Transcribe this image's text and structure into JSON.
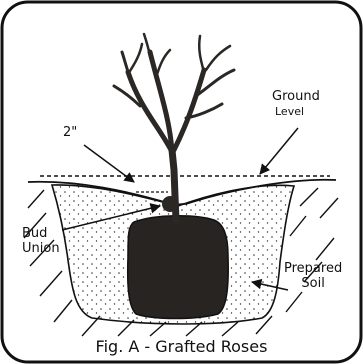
{
  "figure": {
    "labels": {
      "ground_level": [
        "Ground",
        "Level"
      ],
      "depth": "2\"",
      "bud_union": [
        "Bud",
        "Union"
      ],
      "prepared_soil": [
        "Prepared",
        "Soil"
      ]
    },
    "caption": "Fig. A - Grafted Roses"
  }
}
